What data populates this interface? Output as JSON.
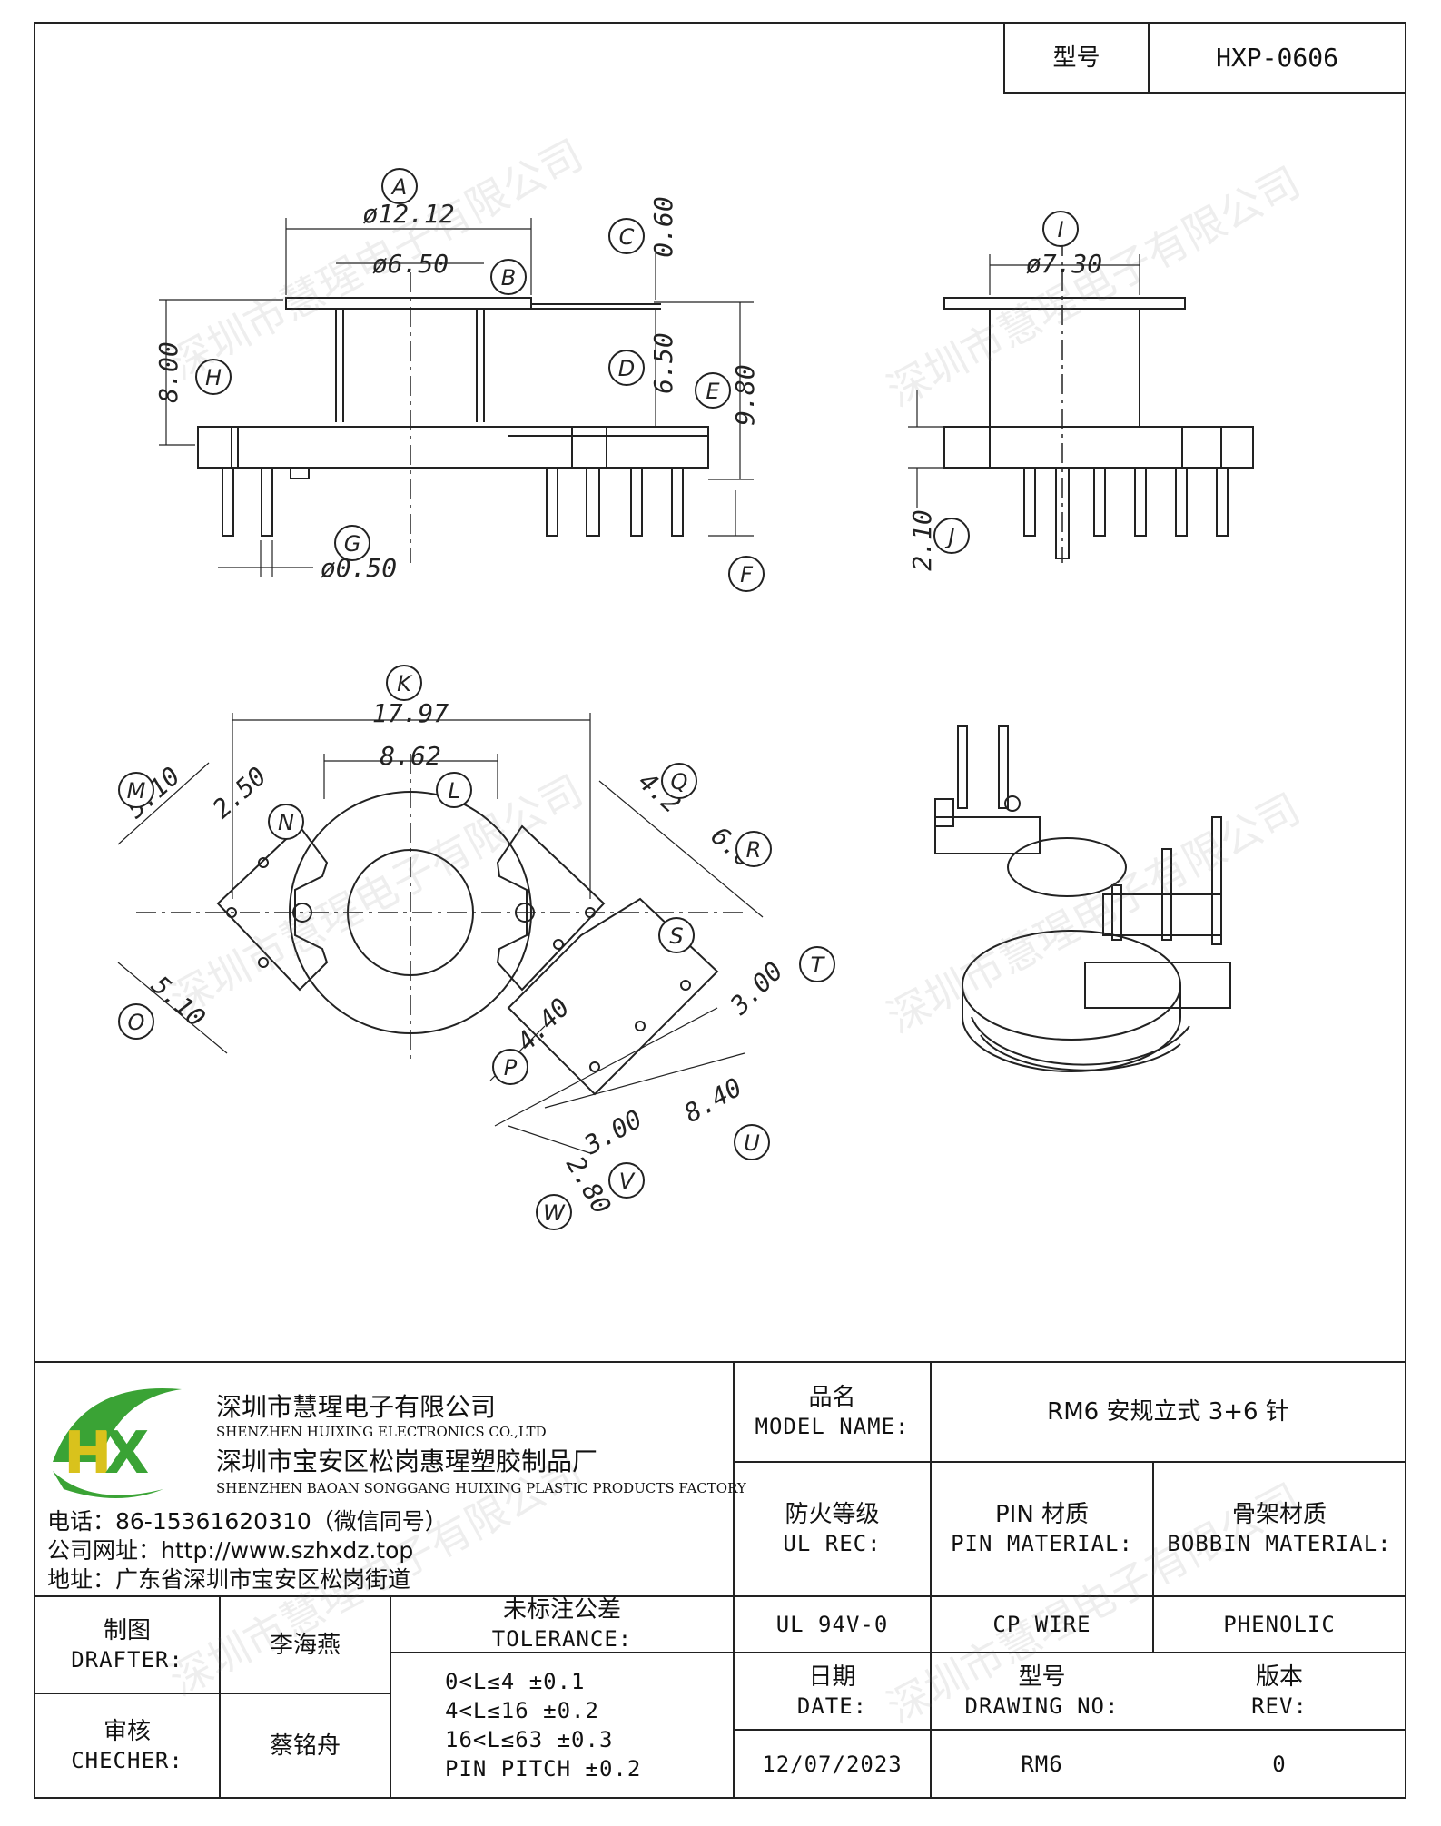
{
  "header": {
    "model_label": "型号",
    "model_value": "HXP-0606"
  },
  "dimensions": {
    "A": "ø12.12",
    "B": "ø6.50",
    "C": "0.60",
    "D": "6.50",
    "E": "9.80",
    "F": "",
    "G": "ø0.50",
    "H": "8.00",
    "I": "ø7.30",
    "J": "2.10",
    "K": "17.97",
    "L": "8.62",
    "M": "5.10",
    "N": "2.50",
    "O": "5.10",
    "P": "4.40",
    "Q": "4.2",
    "R": "6.0",
    "S": "",
    "T": "3.00",
    "U": "8.40",
    "V": "3.00",
    "W": "2.80"
  },
  "letters": [
    "A",
    "B",
    "C",
    "D",
    "E",
    "F",
    "G",
    "H",
    "I",
    "J",
    "K",
    "L",
    "M",
    "N",
    "O",
    "P",
    "Q",
    "R",
    "S",
    "T",
    "U",
    "V",
    "W"
  ],
  "watermark": "深圳市慧瑆电子有限公司",
  "company": {
    "logo_text": "HX",
    "name_cn": "深圳市慧瑆电子有限公司",
    "name_en": "SHENZHEN HUIXING ELECTRONICS CO.,LTD",
    "factory_cn": "深圳市宝安区松岗惠瑆塑胶制品厂",
    "factory_en": "SHENZHEN BAOAN SONGGANG HUIXING PLASTIC PRODUCTS FACTORY",
    "phone": "电话：86-15361620310（微信同号）",
    "website": "公司网址：http://www.szhxdz.top",
    "address": "地址：广东省深圳市宝安区松岗街道"
  },
  "title_block": {
    "model_name_cn": "品名",
    "model_name_en": "MODEL NAME:",
    "model_name_value": "RM6 安规立式 3+6 针",
    "ul_cn": "防火等级",
    "ul_en": "UL REC:",
    "pin_cn": "PIN 材质",
    "pin_en": "PIN MATERIAL:",
    "bobbin_cn": "骨架材质",
    "bobbin_en": "BOBBIN MATERIAL:",
    "ul_value": "UL 94V-0",
    "pin_value": "CP WIRE",
    "bobbin_value": "PHENOLIC",
    "date_cn": "日期",
    "date_en": "DATE:",
    "drawing_cn": "型号",
    "drawing_en": "DRAWING NO:",
    "rev_cn": "版本",
    "rev_en": "REV:",
    "date_value": "12/07/2023",
    "drawing_value": "RM6",
    "rev_value": "0",
    "drafter_cn": "制图",
    "drafter_en": "DRAFTER:",
    "drafter_value": "李海燕",
    "checker_cn": "审核",
    "checker_en": "CHECHER:",
    "checker_value": "蔡铭舟",
    "tolerance_cn": "未标注公差",
    "tolerance_en": "TOLERANCE:",
    "tolerance_lines": [
      "0<L≤4   ±0.1",
      "4<L≤16  ±0.2",
      "16<L≤63  ±0.3",
      "PIN PITCH  ±0.2"
    ]
  },
  "colors": {
    "logo_green": "#3aa335",
    "logo_yellow": "#d9c21c",
    "line": "#222222"
  }
}
